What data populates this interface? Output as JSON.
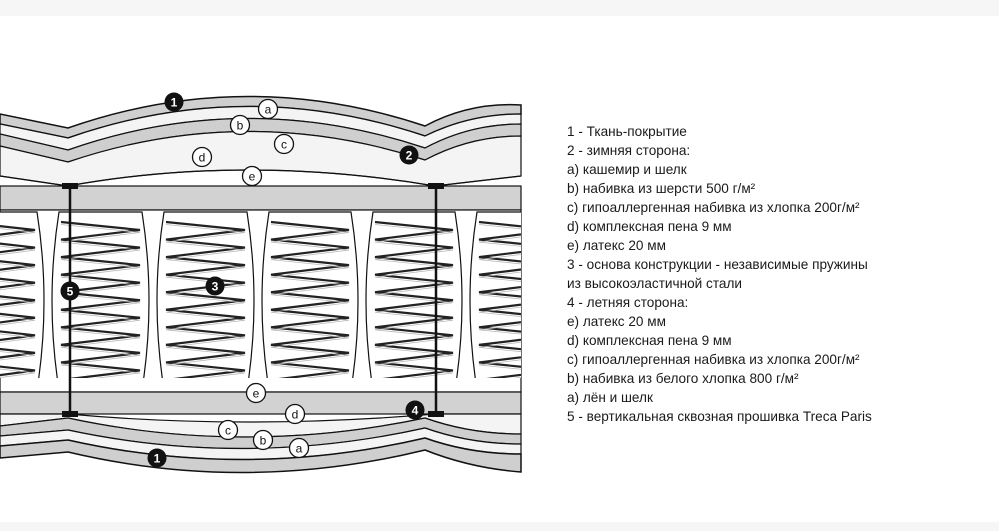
{
  "diagram": {
    "markers": {
      "layer_1_top": "1",
      "layer_a_top": "a",
      "layer_b_top": "b",
      "layer_c_top": "c",
      "layer_d_top": "d",
      "layer_e_top": "e",
      "winter_side": "2",
      "springs": "3",
      "stitching": "5",
      "layer_e_bottom": "e",
      "layer_d_bottom": "d",
      "layer_c_bottom": "c",
      "layer_b_bottom": "b",
      "layer_a_bottom": "a",
      "summer_side": "4",
      "layer_1_bottom": "1"
    }
  },
  "legend": [
    "1 - Ткань-покрытие",
    "2 - зимняя сторона:",
    "a) кашемир и шелк",
    "b) набивка из шерсти 500 г/м²",
    "c) гипоаллергенная набивка из хлопка 200г/м²",
    "d) комплексная пена 9 мм",
    "e) латекс 20 мм",
    "3 - основа конструкции - независимые пружины",
    "из высокоэластичной стали",
    "4 - летняя сторона:",
    "e) латекс 20 мм",
    "d) комплексная пена 9 мм",
    "c) гипоаллергенная набивка из хлопка 200г/м²",
    "b) набивка из белого хлопка 800 г/м²",
    "a) лён и шелк",
    "5 - вертикальная сквозная прошивка Treca Paris"
  ],
  "colors": {
    "layer_gray": "#cfcfcf",
    "layer_light": "#f2f2f2",
    "outline": "#111111",
    "background": "#ffffff"
  }
}
